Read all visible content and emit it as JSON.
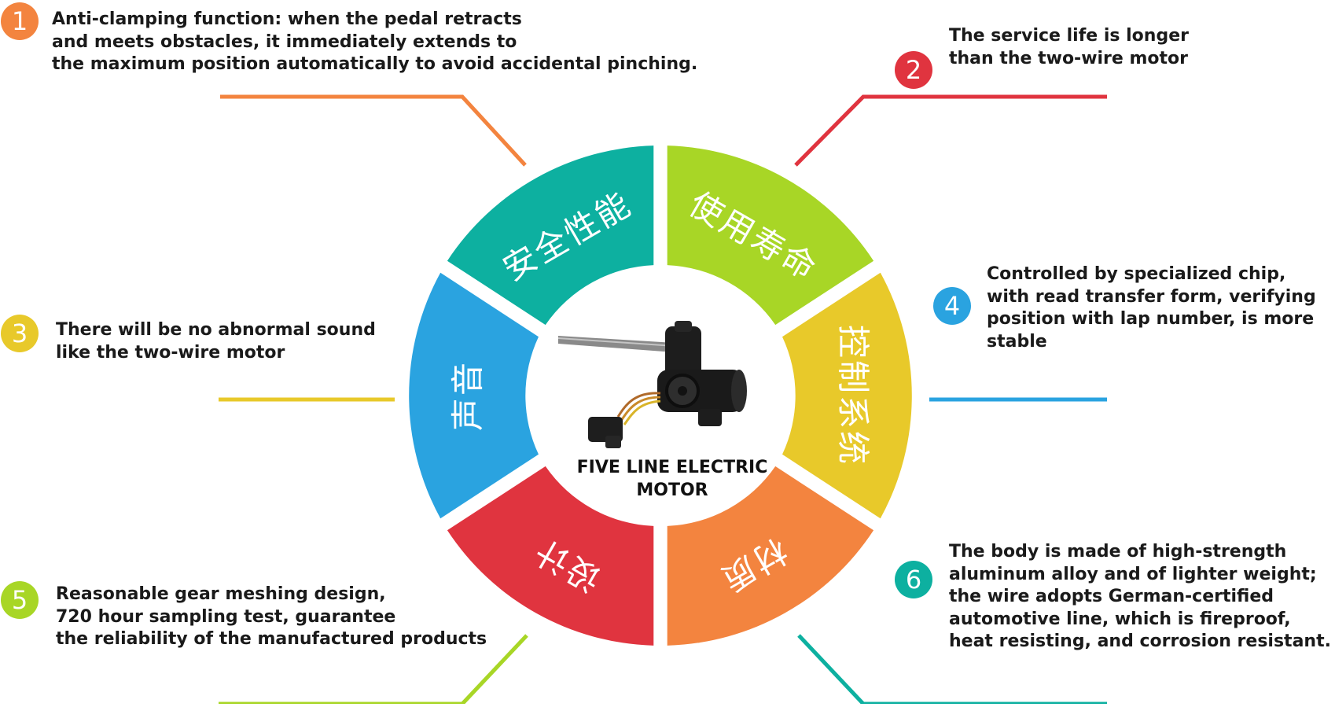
{
  "colors": {
    "teal": "#0db0a0",
    "lime": "#a8d626",
    "yellow": "#e8c92a",
    "orange": "#f3843f",
    "red": "#e0343f",
    "blue": "#2aa3e0",
    "marker_1": "#f3843f",
    "marker_2": "#e0343f",
    "marker_3": "#e8c92a",
    "marker_4": "#2aa3e0",
    "marker_5": "#a8d626",
    "marker_6": "#0db0a0"
  },
  "center": {
    "label_line1": "FIVE LINE ELECTRIC",
    "label_line2": "MOTOR",
    "image_icon": "electric-motor-icon"
  },
  "segments": [
    {
      "label": "安全性能"
    },
    {
      "label": "使用寿命"
    },
    {
      "label": "控制系统"
    },
    {
      "label": "材质"
    },
    {
      "label": "设计"
    },
    {
      "label": "声音"
    }
  ],
  "features": [
    {
      "number": "1",
      "lines": [
        "Anti-clamping function: when the pedal retracts",
        "and meets obstacles, it immediately extends to",
        "the maximum position automatically to avoid accidental pinching."
      ]
    },
    {
      "number": "2",
      "lines": [
        "The service life is longer",
        "than the two-wire motor"
      ]
    },
    {
      "number": "3",
      "lines": [
        "There will be no abnormal sound",
        "like the two-wire motor"
      ]
    },
    {
      "number": "4",
      "lines": [
        "Controlled by specialized chip,",
        "with read transfer form, verifying",
        "position with lap number, is more",
        "stable"
      ]
    },
    {
      "number": "5",
      "lines": [
        "Reasonable gear meshing design,",
        "720 hour sampling test, guarantee",
        "the reliability of the manufactured products"
      ]
    },
    {
      "number": "6",
      "lines": [
        "The body is made of high-strength",
        "aluminum alloy and of lighter weight;",
        "the wire adopts German-certified",
        "automotive line, which is fireproof,",
        "heat  resisting, and corrosion resistant."
      ]
    }
  ]
}
